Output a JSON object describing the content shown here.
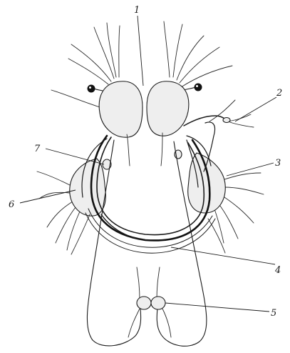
{
  "labels": [
    {
      "id": "1",
      "text": "1"
    },
    {
      "id": "2",
      "text": "2"
    },
    {
      "id": "3",
      "text": "3"
    },
    {
      "id": "4",
      "text": "4"
    },
    {
      "id": "5",
      "text": "5"
    },
    {
      "id": "6",
      "text": "6"
    },
    {
      "id": "7",
      "text": "7"
    }
  ],
  "colors": {
    "ink": "#1a1a1a",
    "ganglion_fill": "#eeeeee",
    "background": "#ffffff"
  }
}
